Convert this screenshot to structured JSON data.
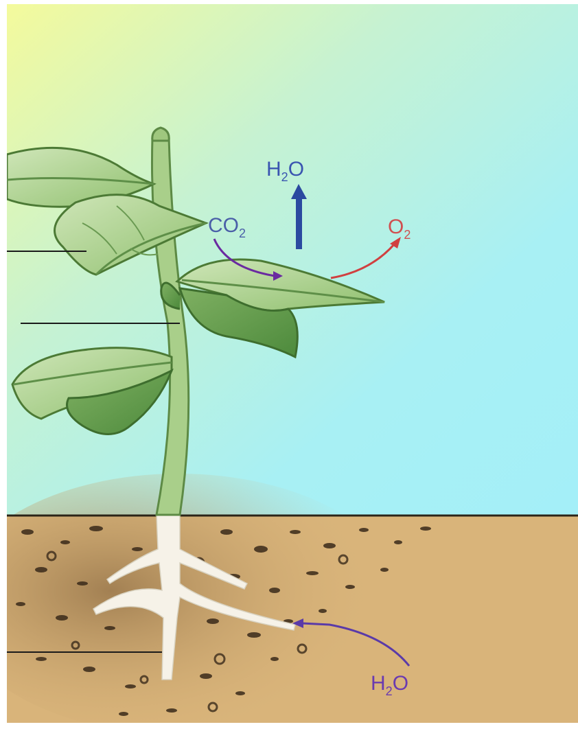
{
  "labels": {
    "water_top": "H",
    "water_top_sub": "2",
    "water_top_end": "O",
    "co2": "CO",
    "co2_sub": "2",
    "o2": "O",
    "o2_sub": "2",
    "water_bottom": "H",
    "water_bottom_sub": "2",
    "water_bottom_end": "O"
  },
  "colors": {
    "water_arrow": "#2b4aa0",
    "water_label": "#3a55b0",
    "co2_label": "#4a5fa8",
    "co2_arrow": "#6a2aa0",
    "o2_label": "#d05050",
    "o2_arrow": "#d04040",
    "root_water_arrow": "#5a3aa8",
    "root_water_label": "#6a3ab0"
  }
}
